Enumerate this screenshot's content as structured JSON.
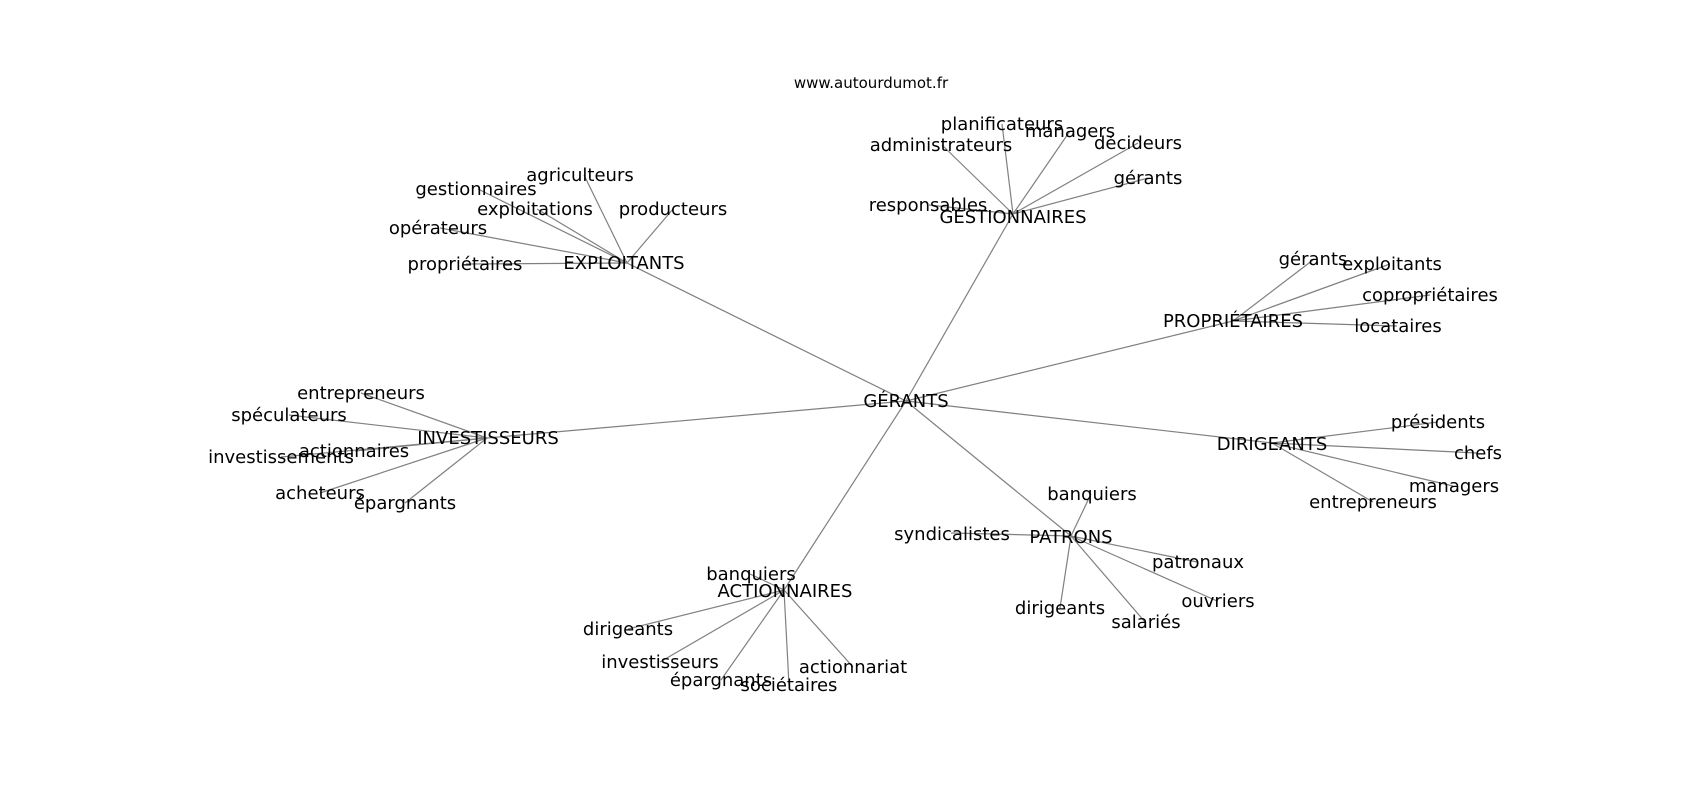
{
  "source": "www.autourdumot.fr",
  "graph": {
    "root": "GÉRANTS",
    "groups": [
      {
        "hub": "EXPLOITANTS",
        "leaves": [
          "agriculteurs",
          "gestionnaires",
          "exploitations",
          "producteurs",
          "opérateurs",
          "propriétaires"
        ]
      },
      {
        "hub": "GESTIONNAIRES",
        "leaves": [
          "planificateurs",
          "managers",
          "administrateurs",
          "décideurs",
          "gérants",
          "responsables"
        ]
      },
      {
        "hub": "PROPRIÉTAIRES",
        "leaves": [
          "gérants",
          "exploitants",
          "copropriétaires",
          "locataires"
        ]
      },
      {
        "hub": "INVESTISSEURS",
        "leaves": [
          "entrepreneurs",
          "spéculateurs",
          "actionnaires",
          "investissements",
          "acheteurs",
          "épargnants"
        ]
      },
      {
        "hub": "DIRIGEANTS",
        "leaves": [
          "présidents",
          "chefs",
          "managers",
          "entrepreneurs"
        ]
      },
      {
        "hub": "PATRONS",
        "leaves": [
          "banquiers",
          "syndicalistes",
          "patronaux",
          "ouvriers",
          "dirigeants",
          "salariés"
        ]
      },
      {
        "hub": "ACTIONNAIRES",
        "leaves": [
          "banquiers",
          "dirigeants",
          "investisseurs",
          "actionnariat",
          "épargnants",
          "sociétaires"
        ]
      }
    ]
  }
}
